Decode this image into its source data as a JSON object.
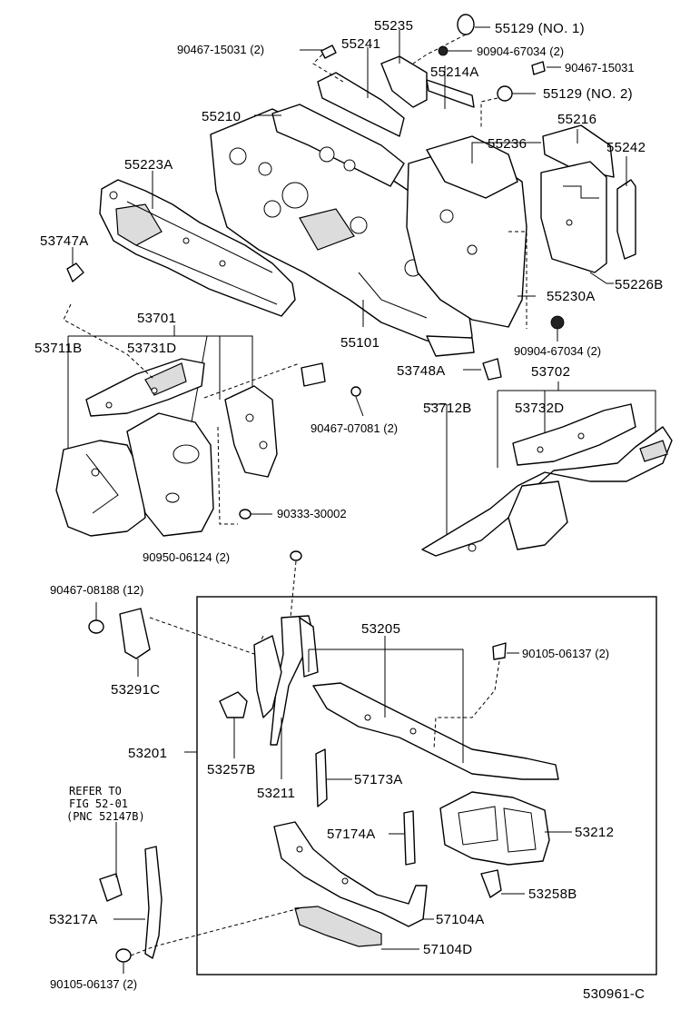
{
  "diagram_code": "530961-C",
  "labels": {
    "p55129_no1": "55129 (NO. 1)",
    "p55235": "55235",
    "p90467_15031_2": "90467-15031 (2)",
    "p55241": "55241",
    "p90904_67034_top": "90904-67034 (2)",
    "p90467_15031": "90467-15031",
    "p55214A": "55214A",
    "p55129_no2": "55129 (NO. 2)",
    "p55210": "55210",
    "p55216": "55216",
    "p55236": "55236",
    "p55242": "55242",
    "p55223A": "55223A",
    "p53747A": "53747A",
    "p55226B": "55226B",
    "p55230A": "55230A",
    "p53701": "53701",
    "p55101": "55101",
    "p53711B": "53711B",
    "p53731D": "53731D",
    "p90904_67034_mid": "90904-67034 (2)",
    "p53748A": "53748A",
    "p53702": "53702",
    "p53712B": "53712B",
    "p53732D": "53732D",
    "p90467_07081": "90467-07081 (2)",
    "p90333_30002": "90333-30002",
    "p90950_06124": "90950-06124 (2)",
    "p90467_08188": "90467-08188 (12)",
    "p53205": "53205",
    "p90105_06137_top": "90105-06137 (2)",
    "p53291C": "53291C",
    "p53201": "53201",
    "p53257B": "53257B",
    "p57173A": "57173A",
    "p53211": "53211",
    "refer_line1": "REFER TO",
    "refer_line2": "FIG 52-01",
    "refer_line3": "(PNC 52147B)",
    "p57174A": "57174A",
    "p53212": "53212",
    "p53258B": "53258B",
    "p53217A": "53217A",
    "p57104A": "57104A",
    "p57104D": "57104D",
    "p90105_06137_bot": "90105-06137 (2)"
  }
}
